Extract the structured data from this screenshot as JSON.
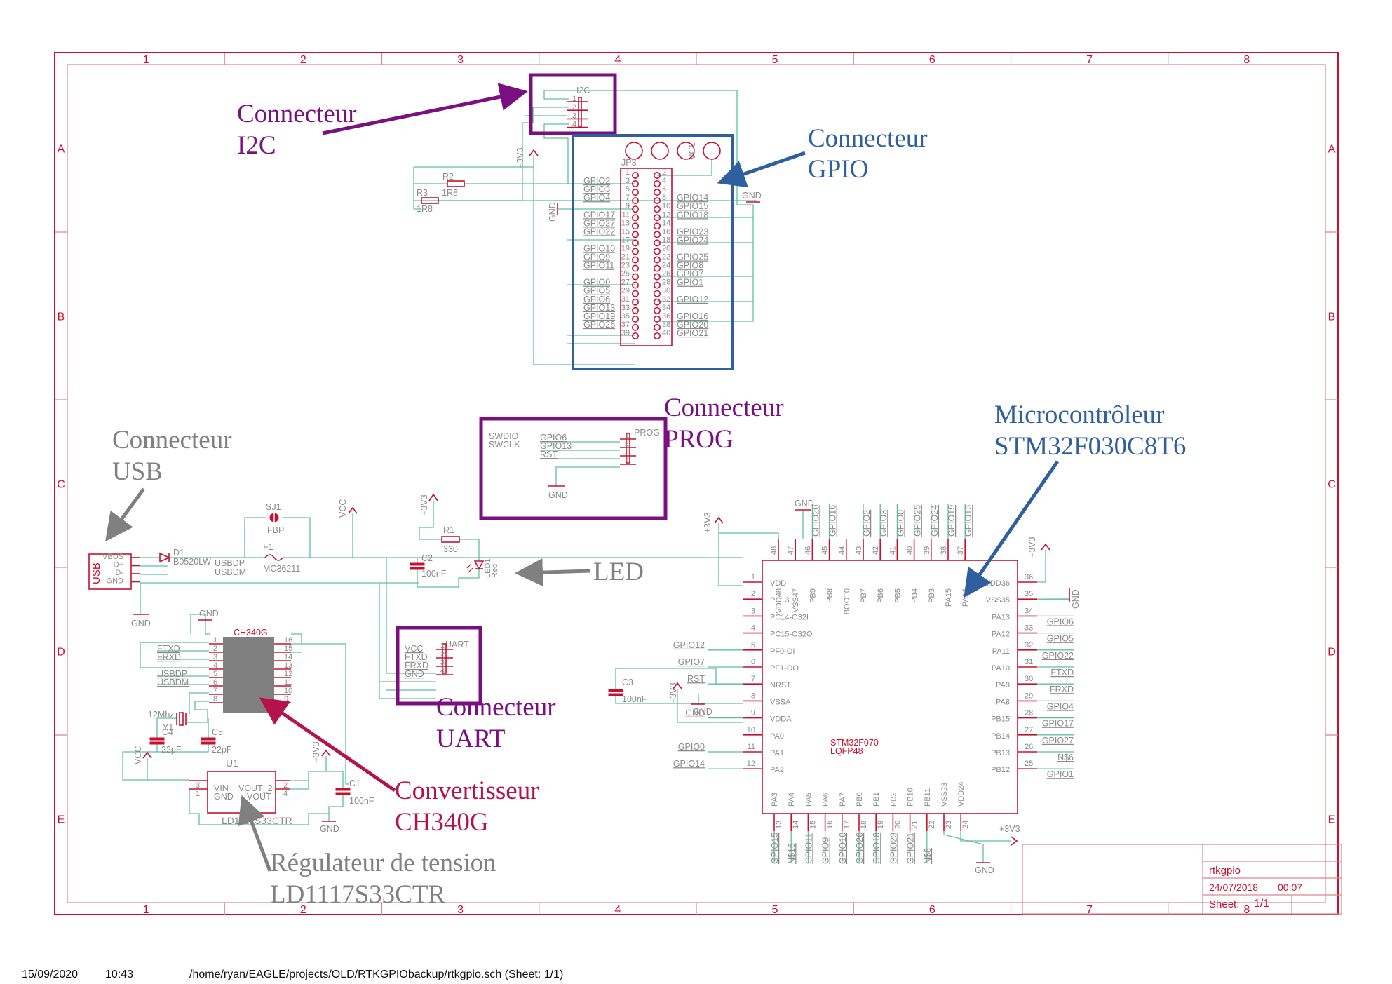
{
  "colors": {
    "frame": "#c8102e",
    "wire": "#5fbf9f",
    "label": "#8a8a8a",
    "purple": "#7b0f82",
    "blue": "#2f5f9f",
    "gray": "#808080",
    "crimson": "#b5124b"
  },
  "frame": {
    "columns": [
      "1",
      "2",
      "3",
      "4",
      "5",
      "6",
      "7",
      "8"
    ],
    "rows": [
      "A",
      "B",
      "C",
      "D",
      "E"
    ]
  },
  "annotations": {
    "i2c": {
      "line1": "Connecteur",
      "line2": "I2C"
    },
    "gpio": {
      "line1": "Connecteur",
      "line2": "GPIO"
    },
    "prog": {
      "line1": "Connecteur",
      "line2": "PROG"
    },
    "usb": {
      "line1": "Connecteur",
      "line2": "USB"
    },
    "led": {
      "line1": "LED"
    },
    "mcu": {
      "line1": "Microcontrôleur",
      "line2": "STM32F030C8T6"
    },
    "uart": {
      "line1": "Connecteur",
      "line2": "UART"
    },
    "ch340": {
      "line1": "Convertisseur",
      "line2": "CH340G"
    },
    "reg": {
      "line1": "Régulateur de tension",
      "line2": "LD1117S33CTR"
    }
  },
  "i2c": {
    "name": "I2C",
    "pins": [
      "1",
      "2",
      "3",
      "4"
    ]
  },
  "jp3": {
    "name": "JP3",
    "vcc_label": "VCC",
    "gnd_label": "GND",
    "left_nets": [
      "",
      "GPIO2",
      "GPIO3",
      "GPIO4",
      "",
      "GPIO17",
      "GPIO27",
      "GPIO22",
      "",
      "GPIO10",
      "GPIO9",
      "GPIO11",
      "",
      "GPIO0",
      "GPIO5",
      "GPIO6",
      "GPIO13",
      "GPIO19",
      "GPIO26",
      ""
    ],
    "right_nets": [
      "",
      "",
      "",
      "GPIO14",
      "GPIO15",
      "GPIO18",
      "",
      "GPIO23",
      "GPIO24",
      "",
      "GPIO25",
      "GPIO8",
      "GPIO7",
      "GPIO1",
      "",
      "GPIO12",
      "",
      "GPIO16",
      "GPIO20",
      "GPIO21"
    ],
    "odd_pins": [
      "1",
      "3",
      "5",
      "7",
      "9",
      "11",
      "13",
      "15",
      "17",
      "19",
      "21",
      "23",
      "25",
      "27",
      "29",
      "31",
      "33",
      "35",
      "37",
      "39"
    ],
    "even_pins": [
      "2",
      "4",
      "6",
      "8",
      "10",
      "12",
      "14",
      "16",
      "18",
      "20",
      "22",
      "24",
      "26",
      "28",
      "30",
      "32",
      "34",
      "36",
      "38",
      "40"
    ]
  },
  "resistors_top": {
    "r2": {
      "name": "R2",
      "value": "1R8"
    },
    "r3": {
      "name": "R3",
      "value": "1R8"
    },
    "supply": "+3V3",
    "gnd": "GND"
  },
  "prog": {
    "name": "PROG",
    "side_labels": [
      "SWDIO",
      "SWCLK"
    ],
    "nets": [
      "GPIO6",
      "GPIO13",
      "RST"
    ],
    "pins": [
      "1",
      "2",
      "3",
      "4"
    ],
    "gnd": "GND"
  },
  "usb": {
    "name": "USB",
    "pins": [
      "VBUS",
      "D+",
      "D-",
      "GND"
    ],
    "gnd": "GND",
    "d1": {
      "name": "D1",
      "value": "B0520LW"
    },
    "nets": [
      "USBDP",
      "USBDM"
    ],
    "sj1": {
      "name": "SJ1",
      "value": "FBP"
    },
    "f1": {
      "name": "F1",
      "value": "MC36211"
    },
    "vcc": "VCC"
  },
  "led_block": {
    "supply": "+3V3",
    "r1": {
      "name": "R1",
      "value": "330"
    },
    "c2": {
      "name": "C2",
      "value": "100nF"
    },
    "led": {
      "name": "LED1",
      "value": "Red"
    }
  },
  "uart": {
    "name": "UART",
    "nets": [
      "VCC",
      "FTXD",
      "FRXD",
      "GND"
    ],
    "pins": [
      "1",
      "2",
      "3",
      "4"
    ]
  },
  "ch340": {
    "name": "CH340G",
    "gnd": "GND",
    "left_pins": [
      "1",
      "2",
      "3",
      "4",
      "5",
      "6",
      "7",
      "8"
    ],
    "right_pins": [
      "16",
      "15",
      "14",
      "13",
      "12",
      "11",
      "10",
      "9"
    ],
    "left_nets": [
      "",
      "FTXD",
      "FRXD",
      "",
      "USBDP",
      "USBDM",
      "",
      ""
    ],
    "y1": {
      "name": "Y1",
      "value": "12Mhz"
    },
    "c4": {
      "name": "C4",
      "value": "22pF"
    },
    "c5": {
      "name": "C5",
      "value": "22pF"
    }
  },
  "u1": {
    "name": "U1",
    "part": "LD1117S33CTR",
    "pins_left": [
      {
        "num": "3",
        "name": "VIN"
      },
      {
        "num": "1",
        "name": "GND"
      }
    ],
    "pins_right": [
      {
        "num": "2",
        "name": "VOUT_2"
      },
      {
        "num": "4",
        "name": "VOUT"
      }
    ],
    "vcc": "VCC",
    "supply": "+3V3",
    "c1": {
      "name": "C1",
      "value": "100nF"
    },
    "gnd": "GND"
  },
  "mcu": {
    "part": "STM32F070",
    "package": "LQFP48",
    "top_gnd": "GND",
    "supply": "+3V3",
    "c3": {
      "name": "C3",
      "value": "100nF"
    },
    "left": [
      {
        "num": "1",
        "name": "VDD",
        "net": ""
      },
      {
        "num": "2",
        "name": "PC13",
        "net": ""
      },
      {
        "num": "3",
        "name": "PC14-O32I",
        "net": ""
      },
      {
        "num": "4",
        "name": "PC15-O32O",
        "net": ""
      },
      {
        "num": "5",
        "name": "PF0-OI",
        "net": "GPIO12"
      },
      {
        "num": "6",
        "name": "PF1-OO",
        "net": "GPIO7"
      },
      {
        "num": "7",
        "name": "NRST",
        "net": "RST"
      },
      {
        "num": "8",
        "name": "VSSA",
        "net": ""
      },
      {
        "num": "9",
        "name": "VDDA",
        "net": "GND"
      },
      {
        "num": "10",
        "name": "PA0",
        "net": ""
      },
      {
        "num": "11",
        "name": "PA1",
        "net": "GPIO0"
      },
      {
        "num": "12",
        "name": "PA2",
        "net": "GPIO14"
      }
    ],
    "right": [
      {
        "num": "36",
        "name": "VDD36",
        "net": ""
      },
      {
        "num": "35",
        "name": "VSS35",
        "net": "GND"
      },
      {
        "num": "34",
        "name": "PA13",
        "net": "GPIO6"
      },
      {
        "num": "33",
        "name": "PA12",
        "net": "GPIO5"
      },
      {
        "num": "32",
        "name": "PA11",
        "net": "GPIO22"
      },
      {
        "num": "31",
        "name": "PA10",
        "net": "FTXD"
      },
      {
        "num": "30",
        "name": "PA9",
        "net": "FRXD"
      },
      {
        "num": "29",
        "name": "PA8",
        "net": "GPIO4"
      },
      {
        "num": "28",
        "name": "PB15",
        "net": "GPIO17"
      },
      {
        "num": "27",
        "name": "PB14",
        "net": "GPIO27"
      },
      {
        "num": "26",
        "name": "PB13",
        "net": "N$6"
      },
      {
        "num": "25",
        "name": "PB12",
        "net": "GPIO1"
      }
    ],
    "top": [
      {
        "num": "48",
        "name": "VDD48",
        "net": ""
      },
      {
        "num": "47",
        "name": "VSS47",
        "net": ""
      },
      {
        "num": "46",
        "name": "PB9",
        "net": "GPIO20"
      },
      {
        "num": "45",
        "name": "PB8",
        "net": "GPIO16"
      },
      {
        "num": "44",
        "name": "BOOT0",
        "net": ""
      },
      {
        "num": "43",
        "name": "PB7",
        "net": "GPIO2"
      },
      {
        "num": "42",
        "name": "PB6",
        "net": "GPIO3"
      },
      {
        "num": "41",
        "name": "PB5",
        "net": "GPIO8"
      },
      {
        "num": "40",
        "name": "PB4",
        "net": "GPIO25"
      },
      {
        "num": "39",
        "name": "PB3",
        "net": "GPIO24"
      },
      {
        "num": "38",
        "name": "PA15",
        "net": "GPIO19"
      },
      {
        "num": "37",
        "name": "PA14",
        "net": "GPIO13"
      }
    ],
    "bottom": [
      {
        "num": "13",
        "name": "PA3",
        "net": "GPIO15"
      },
      {
        "num": "14",
        "name": "PA4",
        "net": "N$16"
      },
      {
        "num": "15",
        "name": "PA5",
        "net": "GPIO11"
      },
      {
        "num": "16",
        "name": "PA6",
        "net": "GPIO9"
      },
      {
        "num": "17",
        "name": "PA7",
        "net": "GPIO10"
      },
      {
        "num": "18",
        "name": "PB0",
        "net": "GPIO26"
      },
      {
        "num": "19",
        "name": "PB1",
        "net": "GPIO18"
      },
      {
        "num": "20",
        "name": "PB2",
        "net": "GPIO23"
      },
      {
        "num": "21",
        "name": "PB10",
        "net": "GPIO21"
      },
      {
        "num": "22",
        "name": "PB11",
        "net": "N$8"
      },
      {
        "num": "23",
        "name": "VSS23",
        "net": ""
      },
      {
        "num": "24",
        "name": "VDD24",
        "net": ""
      }
    ],
    "bottom_gnd": "GND",
    "bottom_supply": "+3V3"
  },
  "title_block": {
    "name": "rtkgpio",
    "date": "24/07/2018",
    "time": "00:07",
    "sheet_label": "Sheet:",
    "sheet": "1/1"
  },
  "footer": {
    "date": "15/09/2020",
    "time": "10:43",
    "path": "/home/ryan/EAGLE/projects/OLD/RTKGPIObackup/rtkgpio.sch  (Sheet: 1/1)"
  }
}
